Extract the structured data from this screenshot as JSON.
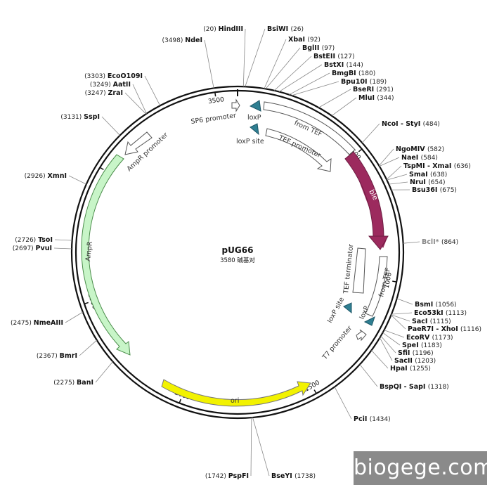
{
  "plasmid": {
    "name": "pUG66",
    "size_label": "3580 碱基对"
  },
  "watermark": "biogege.com",
  "ticks": [
    {
      "label": "500",
      "bp": 500
    },
    {
      "label": "1000",
      "bp": 1000
    },
    {
      "label": "1500",
      "bp": 1500
    },
    {
      "label": "2000",
      "bp": 2000
    },
    {
      "label": "2500",
      "bp": 2500
    },
    {
      "label": "3000",
      "bp": 3000
    },
    {
      "label": "3500",
      "bp": 3500
    }
  ],
  "sites": [
    {
      "name": "HindIII",
      "pos": "(20)",
      "bp": 20,
      "side": "left"
    },
    {
      "name": "BsiWI",
      "pos": "(26)",
      "bp": 26,
      "side": "right"
    },
    {
      "name": "XbaI",
      "pos": "(92)",
      "bp": 92,
      "side": "right"
    },
    {
      "name": "BglII",
      "pos": "(97)",
      "bp": 97,
      "side": "right"
    },
    {
      "name": "BstEII",
      "pos": "(127)",
      "bp": 127,
      "side": "right"
    },
    {
      "name": "BstXI",
      "pos": "(144)",
      "bp": 144,
      "side": "right"
    },
    {
      "name": "BmgBI",
      "pos": "(180)",
      "bp": 180,
      "side": "right"
    },
    {
      "name": "Bpu10I",
      "pos": "(189)",
      "bp": 189,
      "side": "right"
    },
    {
      "name": "BseRI",
      "pos": "(291)",
      "bp": 291,
      "side": "right"
    },
    {
      "name": "MluI",
      "pos": "(344)",
      "bp": 344,
      "side": "right"
    },
    {
      "name": "NcoI - StyI",
      "pos": "(484)",
      "bp": 484,
      "side": "right"
    },
    {
      "name": "NgoMIV",
      "pos": "(582)",
      "bp": 582,
      "side": "right"
    },
    {
      "name": "NaeI",
      "pos": "(584)",
      "bp": 584,
      "side": "right"
    },
    {
      "name": "TspMI - XmaI",
      "pos": "(636)",
      "bp": 636,
      "side": "right"
    },
    {
      "name": "SmaI",
      "pos": "(638)",
      "bp": 638,
      "side": "right"
    },
    {
      "name": "NruI",
      "pos": "(654)",
      "bp": 654,
      "side": "right"
    },
    {
      "name": "Bsu36I",
      "pos": "(675)",
      "bp": 675,
      "side": "right"
    },
    {
      "name": "BclI*",
      "pos": "(864)",
      "bp": 864,
      "side": "right",
      "grey": true
    },
    {
      "name": "BsmI",
      "pos": "(1056)",
      "bp": 1056,
      "side": "right"
    },
    {
      "name": "Eco53kI",
      "pos": "(1113)",
      "bp": 1113,
      "side": "right"
    },
    {
      "name": "SacI",
      "pos": "(1115)",
      "bp": 1115,
      "side": "right"
    },
    {
      "name": "PaeR7I - XhoI",
      "pos": "(1116)",
      "bp": 1116,
      "side": "right"
    },
    {
      "name": "EcoRV",
      "pos": "(1173)",
      "bp": 1173,
      "side": "right"
    },
    {
      "name": "SpeI",
      "pos": "(1183)",
      "bp": 1183,
      "side": "right"
    },
    {
      "name": "SfiI",
      "pos": "(1196)",
      "bp": 1196,
      "side": "right"
    },
    {
      "name": "SacII",
      "pos": "(1203)",
      "bp": 1203,
      "side": "right"
    },
    {
      "name": "HpaI",
      "pos": "(1255)",
      "bp": 1255,
      "side": "right"
    },
    {
      "name": "BspQI - SapI",
      "pos": "(1318)",
      "bp": 1318,
      "side": "right"
    },
    {
      "name": "PciI",
      "pos": "(1434)",
      "bp": 1434,
      "side": "right"
    },
    {
      "name": "BseYI",
      "pos": "(1738)",
      "bp": 1738,
      "side": "right"
    },
    {
      "name": "PspFI",
      "pos": "(1742)",
      "bp": 1742,
      "side": "left"
    },
    {
      "name": "BanI",
      "pos": "(2275)",
      "bp": 2275,
      "side": "left"
    },
    {
      "name": "BmrI",
      "pos": "(2367)",
      "bp": 2367,
      "side": "left"
    },
    {
      "name": "NmeAIII",
      "pos": "(2475)",
      "bp": 2475,
      "side": "left"
    },
    {
      "name": "PvuI",
      "pos": "(2697)",
      "bp": 2697,
      "side": "left"
    },
    {
      "name": "TsoI",
      "pos": "(2726)",
      "bp": 2726,
      "side": "left"
    },
    {
      "name": "XmnI",
      "pos": "(2926)",
      "bp": 2926,
      "side": "left"
    },
    {
      "name": "SspI",
      "pos": "(3131)",
      "bp": 3131,
      "side": "left"
    },
    {
      "name": "ZraI",
      "pos": "(3247)",
      "bp": 3247,
      "side": "left"
    },
    {
      "name": "AatII",
      "pos": "(3249)",
      "bp": 3249,
      "side": "left"
    },
    {
      "name": "EcoO109I",
      "pos": "(3303)",
      "bp": 3303,
      "side": "left"
    },
    {
      "name": "NdeI",
      "pos": "(3498)",
      "bp": 3498,
      "side": "left"
    }
  ],
  "features": [
    {
      "name": "ble",
      "color": "#9c2a5e"
    },
    {
      "name": "ori",
      "color": "#f2f200"
    },
    {
      "name": "AmpR",
      "color": "#c8f5c8"
    },
    {
      "name": "AmpR promoter",
      "color": "#ffffff"
    },
    {
      "name": "from TEF",
      "color": "#ffffff"
    },
    {
      "name": "TEF promoter",
      "color": "#ffffff"
    },
    {
      "name": "TEF terminator",
      "color": "#ffffff"
    },
    {
      "name": "loxP",
      "color": "#2f7f92"
    },
    {
      "name": "loxP site",
      "color": "#2f7f92"
    },
    {
      "name": "SP6 promoter",
      "color": "#ffffff"
    },
    {
      "name": "T7 promoter",
      "color": "#ffffff"
    }
  ],
  "labels": {
    "sp6": "SP6 promoter",
    "loxp_top": "loxP",
    "loxp_site_top": "loxP site",
    "from_tef_top": "from TEF",
    "tef_promoter": "TEF promoter",
    "ble": "ble",
    "tef_terminator": "TEF terminator",
    "from_tef_bottom": "from TEF",
    "loxp_site_bottom": "loxP site",
    "loxp_bottom": "loxP",
    "t7": "T7 promoter",
    "ampr_promoter": "AmpR promoter",
    "ampr": "AmpR",
    "ori": "ori"
  }
}
